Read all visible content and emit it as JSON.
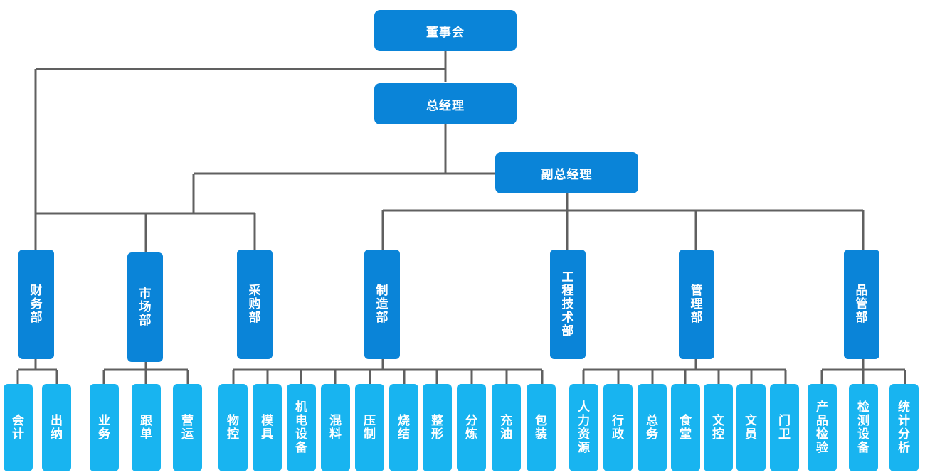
{
  "colors": {
    "top": "#0a84d8",
    "dept": "#0a84d8",
    "sub": "#18b4f0",
    "line": "#606060"
  },
  "board": "董事会",
  "gm": "总经理",
  "deputy_gm": "副总经理",
  "departments": [
    {
      "name": "财务部",
      "subs": [
        "会计",
        "出纳"
      ]
    },
    {
      "name": "市场部",
      "subs": [
        "业务",
        "跟单",
        "营运"
      ]
    },
    {
      "name": "采购部",
      "subs": []
    },
    {
      "name": "制造部",
      "subs": [
        "物控",
        "模具",
        "机电设备",
        "混料",
        "压制",
        "烧结",
        "整形",
        "分炼",
        "充油",
        "包装"
      ]
    },
    {
      "name": "工程技术部",
      "subs": []
    },
    {
      "name": "管理部",
      "subs": [
        "人力资源",
        "行政",
        "总务",
        "食堂",
        "文控",
        "文员",
        "门卫"
      ]
    },
    {
      "name": "品管部",
      "subs": [
        "产品检验",
        "检测设备",
        "统计分析"
      ]
    }
  ]
}
